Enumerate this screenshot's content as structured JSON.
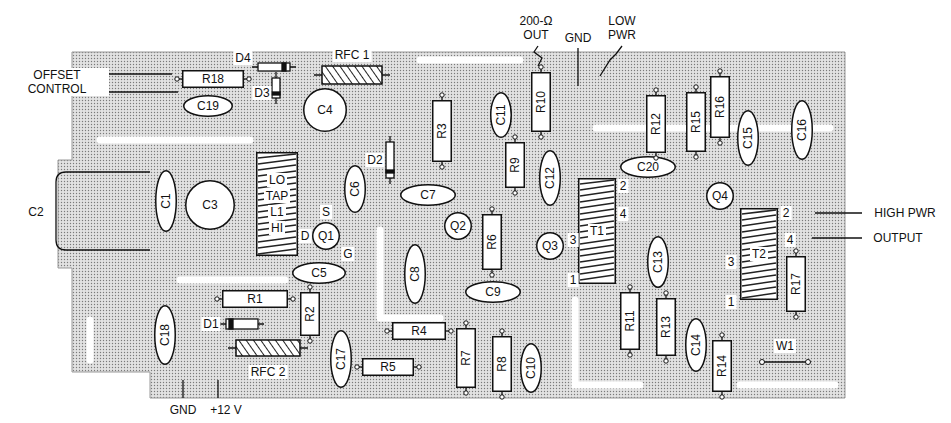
{
  "diagram": {
    "nodes": [
      {
        "text": [
          "R18"
        ]
      },
      {
        "text": [
          "C19"
        ]
      },
      {
        "text": [
          "C4"
        ]
      },
      {
        "text": [
          "C1"
        ]
      },
      {
        "text": [
          "C3"
        ]
      },
      {
        "text": [
          "LO",
          "TAP",
          "L1",
          "HI"
        ]
      },
      {
        "text": [
          "C6"
        ]
      },
      {
        "text": [
          "Q1"
        ]
      },
      {
        "text": [
          "R3"
        ]
      },
      {
        "text": [
          "C11"
        ]
      },
      {
        "text": [
          "R10"
        ]
      },
      {
        "text": [
          "R9"
        ]
      },
      {
        "text": [
          "C7"
        ]
      },
      {
        "text": [
          "Q2"
        ]
      },
      {
        "text": [
          "C12"
        ]
      },
      {
        "text": [
          "C20"
        ]
      },
      {
        "text": [
          "R12"
        ]
      },
      {
        "text": [
          "R15"
        ]
      },
      {
        "text": [
          "R16"
        ]
      },
      {
        "text": [
          "C15"
        ]
      },
      {
        "text": [
          "C16"
        ]
      },
      {
        "text": [
          "R6"
        ]
      },
      {
        "text": [
          "T1"
        ]
      },
      {
        "text": [
          "Q3"
        ]
      },
      {
        "text": [
          "Q4"
        ]
      },
      {
        "text": [
          "T2"
        ]
      },
      {
        "text": [
          "R17"
        ]
      },
      {
        "text": [
          "C8"
        ]
      },
      {
        "text": [
          "C9"
        ]
      },
      {
        "text": [
          "C5"
        ]
      },
      {
        "text": [
          "R11"
        ]
      },
      {
        "text": [
          "C13"
        ]
      },
      {
        "text": [
          "R2"
        ]
      },
      {
        "text": [
          "R1"
        ]
      },
      {
        "text": [
          "R4"
        ]
      },
      {
        "text": [
          "R13"
        ]
      },
      {
        "text": [
          "C18"
        ]
      },
      {
        "text": [
          "C17"
        ]
      },
      {
        "text": [
          "R5"
        ]
      },
      {
        "text": [
          "R7"
        ]
      },
      {
        "text": [
          "R8"
        ]
      },
      {
        "text": [
          "C10"
        ]
      },
      {
        "text": [
          "C14"
        ]
      },
      {
        "text": [
          "R14"
        ]
      }
    ],
    "labels": [
      "OFFSET CONTROL",
      "C2",
      "D4",
      "D3",
      "RFC 1",
      "D2",
      "S",
      "D",
      "G",
      "200-Ω OUT",
      "GND",
      "LOW PWR",
      "2",
      "4",
      "3",
      "1",
      "2",
      "4",
      "3",
      "1",
      "HIGH PWR",
      "OUTPUT",
      "W1",
      "RFC 2",
      "D1",
      "GND",
      "+12 V"
    ]
  }
}
